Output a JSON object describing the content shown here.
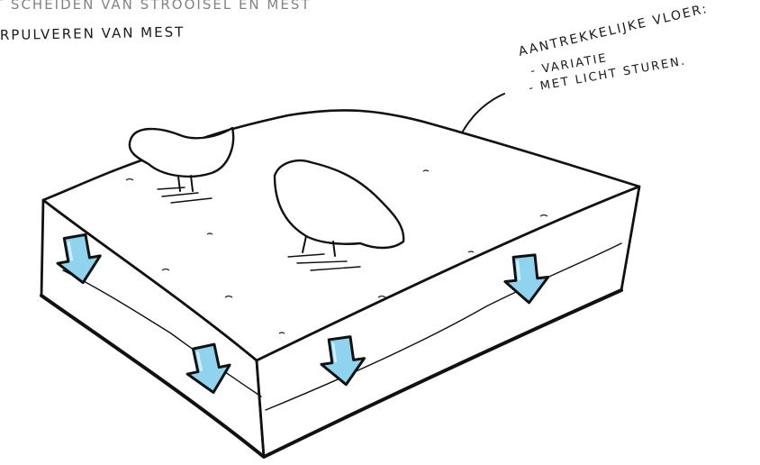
{
  "annotations": {
    "top_line_partial": "T SCHEIDEN VAN STROOISEL EN MEST",
    "top_line_2": "RPULVEREN VAN MEST",
    "callout_title": "AANTREKKELIJKE VLOER:",
    "callout_item_1": "- VARIATIE",
    "callout_item_2": "- MET LICHT STUREN."
  },
  "colors": {
    "ink": "#111111",
    "arrow_fill": "#8fd3ee",
    "arrow_fill_light": "#cdeefa",
    "paper": "#ffffff"
  },
  "icons": [
    "down-arrow-icon",
    "chicken-icon"
  ]
}
